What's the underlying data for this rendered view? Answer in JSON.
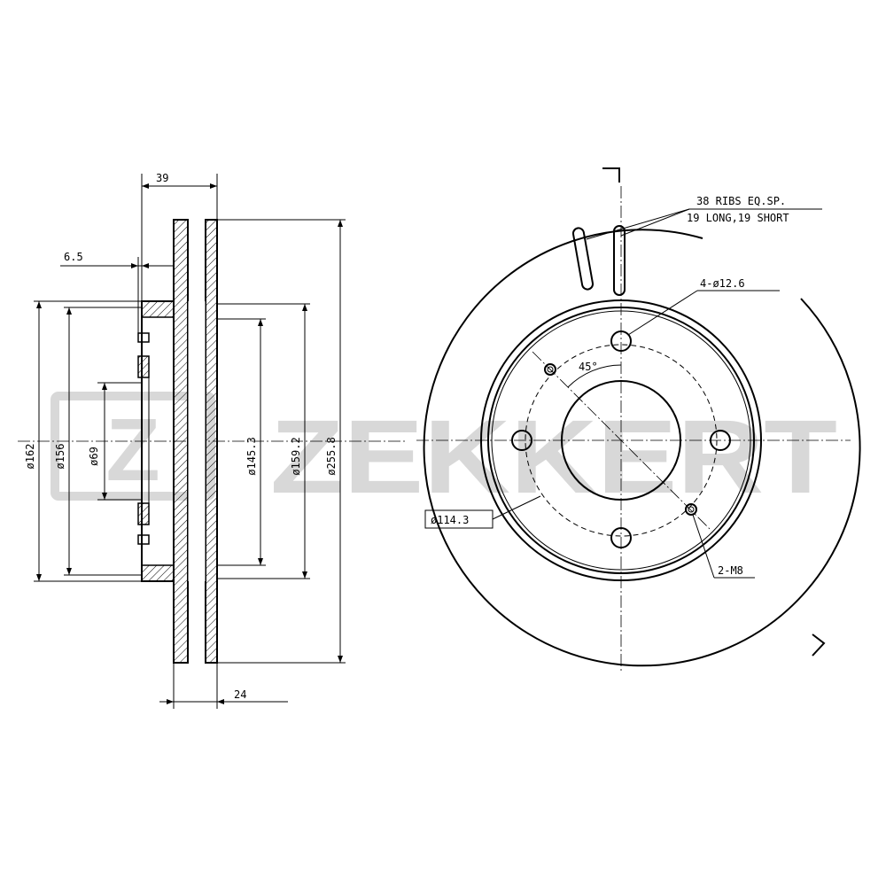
{
  "watermark": {
    "brand": "ZEKKERT",
    "logo_letter": "Z",
    "color": "#d8d8d8"
  },
  "side_view": {
    "dim_39": "39",
    "dim_6_5": "6.5",
    "dim_24": "24",
    "dia_162": "ø162",
    "dia_156": "ø156",
    "dia_69": "ø69",
    "dia_145_3": "ø145.3",
    "dia_159_2": "ø159.2",
    "dia_255_8": "ø255.8"
  },
  "front_view": {
    "ribs_line1": "38 RIBS EQ.SP.",
    "ribs_line2": "19 LONG,19 SHORT",
    "bolt_holes": "4-ø12.6",
    "angle": "45°",
    "pcd": "ø114.3",
    "threaded_holes": "2-M8"
  }
}
